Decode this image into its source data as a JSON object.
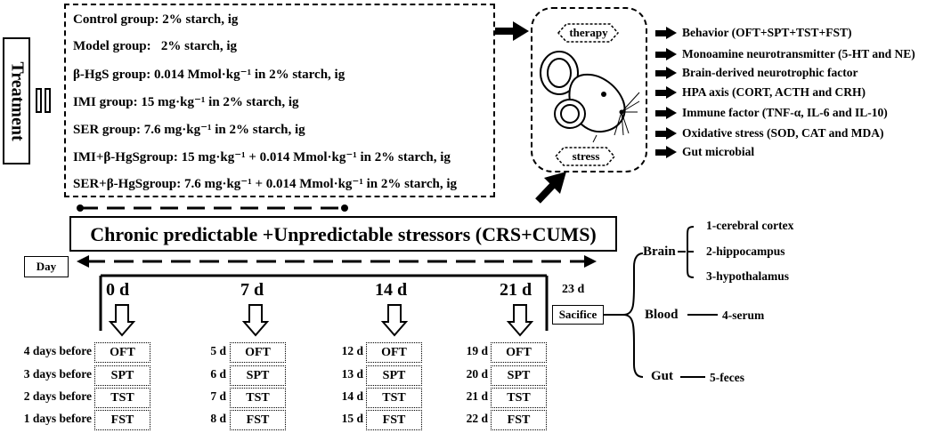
{
  "treatment": {
    "label": "Treatment"
  },
  "groups": [
    {
      "name": "Control group:",
      "dose": "2% starch, ig"
    },
    {
      "name": "Model group:",
      "dose": "2% starch, ig"
    },
    {
      "name": "β-HgS group:",
      "dose": "0.014 Mmol·kg⁻¹ in 2% starch, ig"
    },
    {
      "name": "IMI group:",
      "dose": "15 mg·kg⁻¹ in 2% starch, ig"
    },
    {
      "name": "SER group:",
      "dose": "7.6 mg·kg⁻¹ in 2% starch, ig"
    },
    {
      "name": "IMI+β-HgSgroup:",
      "dose": "15 mg·kg⁻¹ + 0.014 Mmol·kg⁻¹ in 2% starch, ig"
    },
    {
      "name": "SER+β-HgSgroup:",
      "dose": "7.6 mg·kg⁻¹ + 0.014 Mmol·kg⁻¹ in 2% starch, ig"
    }
  ],
  "mouse": {
    "therapy": "therapy",
    "stress": "stress"
  },
  "outcomes": [
    "Behavior (OFT+SPT+TST+FST)",
    "Monoamine neurotransmitter (5-HT and NE)",
    "Brain-derived neurotrophic factor",
    "HPA axis (CORT, ACTH and CRH)",
    "Immune factor (TNF-α, IL-6 and IL-10)",
    "Oxidative stress (SOD, CAT and MDA)",
    "Gut microbial"
  ],
  "stress_title": "Chronic predictable +Unpredictable stressors (CRS+CUMS)",
  "day_label": "Day",
  "timepoints": [
    {
      "day": "0 d",
      "tests": [
        {
          "label": "4 days before",
          "test": "OFT"
        },
        {
          "label": "3 days before",
          "test": "SPT"
        },
        {
          "label": "2 days before",
          "test": "TST"
        },
        {
          "label": "1 days before",
          "test": "FST"
        }
      ]
    },
    {
      "day": "7 d",
      "tests": [
        {
          "label": "5 d",
          "test": "OFT"
        },
        {
          "label": "6 d",
          "test": "SPT"
        },
        {
          "label": "7 d",
          "test": "TST"
        },
        {
          "label": "8 d",
          "test": "FST"
        }
      ]
    },
    {
      "day": "14 d",
      "tests": [
        {
          "label": "12 d",
          "test": "OFT"
        },
        {
          "label": "13 d",
          "test": "SPT"
        },
        {
          "label": "14 d",
          "test": "TST"
        },
        {
          "label": "15 d",
          "test": "FST"
        }
      ]
    },
    {
      "day": "21 d",
      "tests": [
        {
          "label": "19 d",
          "test": "OFT"
        },
        {
          "label": "20 d",
          "test": "SPT"
        },
        {
          "label": "21 d",
          "test": "TST"
        },
        {
          "label": "22 d",
          "test": "FST"
        }
      ]
    }
  ],
  "sacrifice": {
    "day": "23 d",
    "label": "Sacifice"
  },
  "tissues": {
    "brain": {
      "label": "Brain",
      "samples": [
        "1-cerebral cortex",
        "2-hippocampus",
        "3-hypothalamus"
      ]
    },
    "blood": {
      "label": "Blood",
      "samples": [
        "4-serum"
      ]
    },
    "gut": {
      "label": "Gut",
      "samples": [
        "5-feces"
      ]
    }
  }
}
